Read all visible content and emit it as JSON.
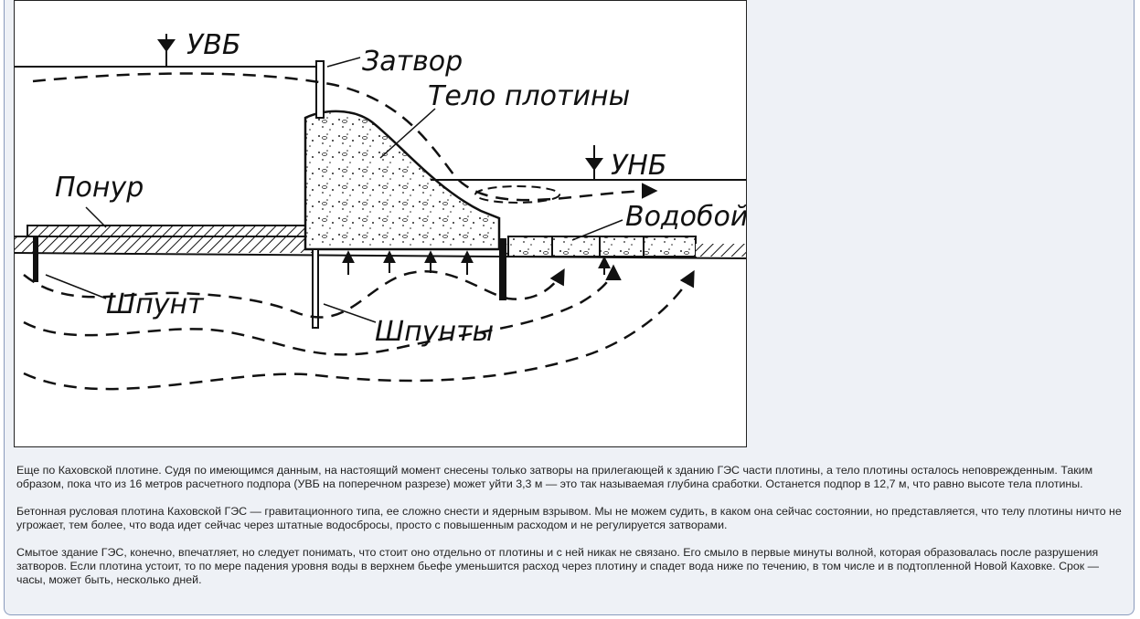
{
  "figure": {
    "labels": {
      "uvb": "УВБ",
      "gate": "Затвор",
      "dam_body": "Тело плотины",
      "unb": "УНБ",
      "ponur": "Понур",
      "vodoboy": "Водобой",
      "shpunt": "Шпунт",
      "shpunty": "Шпунты"
    }
  },
  "post": {
    "paragraphs": [
      "Еще по Каховской плотине. Судя по имеющимся данным, на настоящий момент снесены только затворы на прилегающей к зданию ГЭС части плотины, а тело плотины осталось неповрежденным. Таким образом, пока что из 16 метров расчетного подпора (УВБ на поперечном разрезе) может уйти 3,3 м — это так называемая глубина сработки. Останется подпор в 12,7 м, что равно высоте тела плотины.",
      "Бетонная русловая плотина Каховской ГЭС — гравитационного типа, ее сложно снести и ядерным взрывом. Мы не можем судить, в каком она сейчас состоянии, но представляется, что телу плотины ничто не угрожает, тем более, что вода идет сейчас через штатные водосбросы, просто с повышенным расходом и не регулируется затворами.",
      "Смытое здание ГЭС, конечно, впечатляет, но следует понимать, что стоит оно отдельно от плотины и с ней никак не связано. Его смыло в первые минуты волной, которая образовалась после разрушения затворов. Если плотина устоит, то по мере падения уровня воды в верхнем бьефе уменьшится расход через плотину и спадет вода ниже по течению, в том числе и в подтопленной Новой Каховке. Срок — часы, может быть, несколько дней."
    ]
  }
}
